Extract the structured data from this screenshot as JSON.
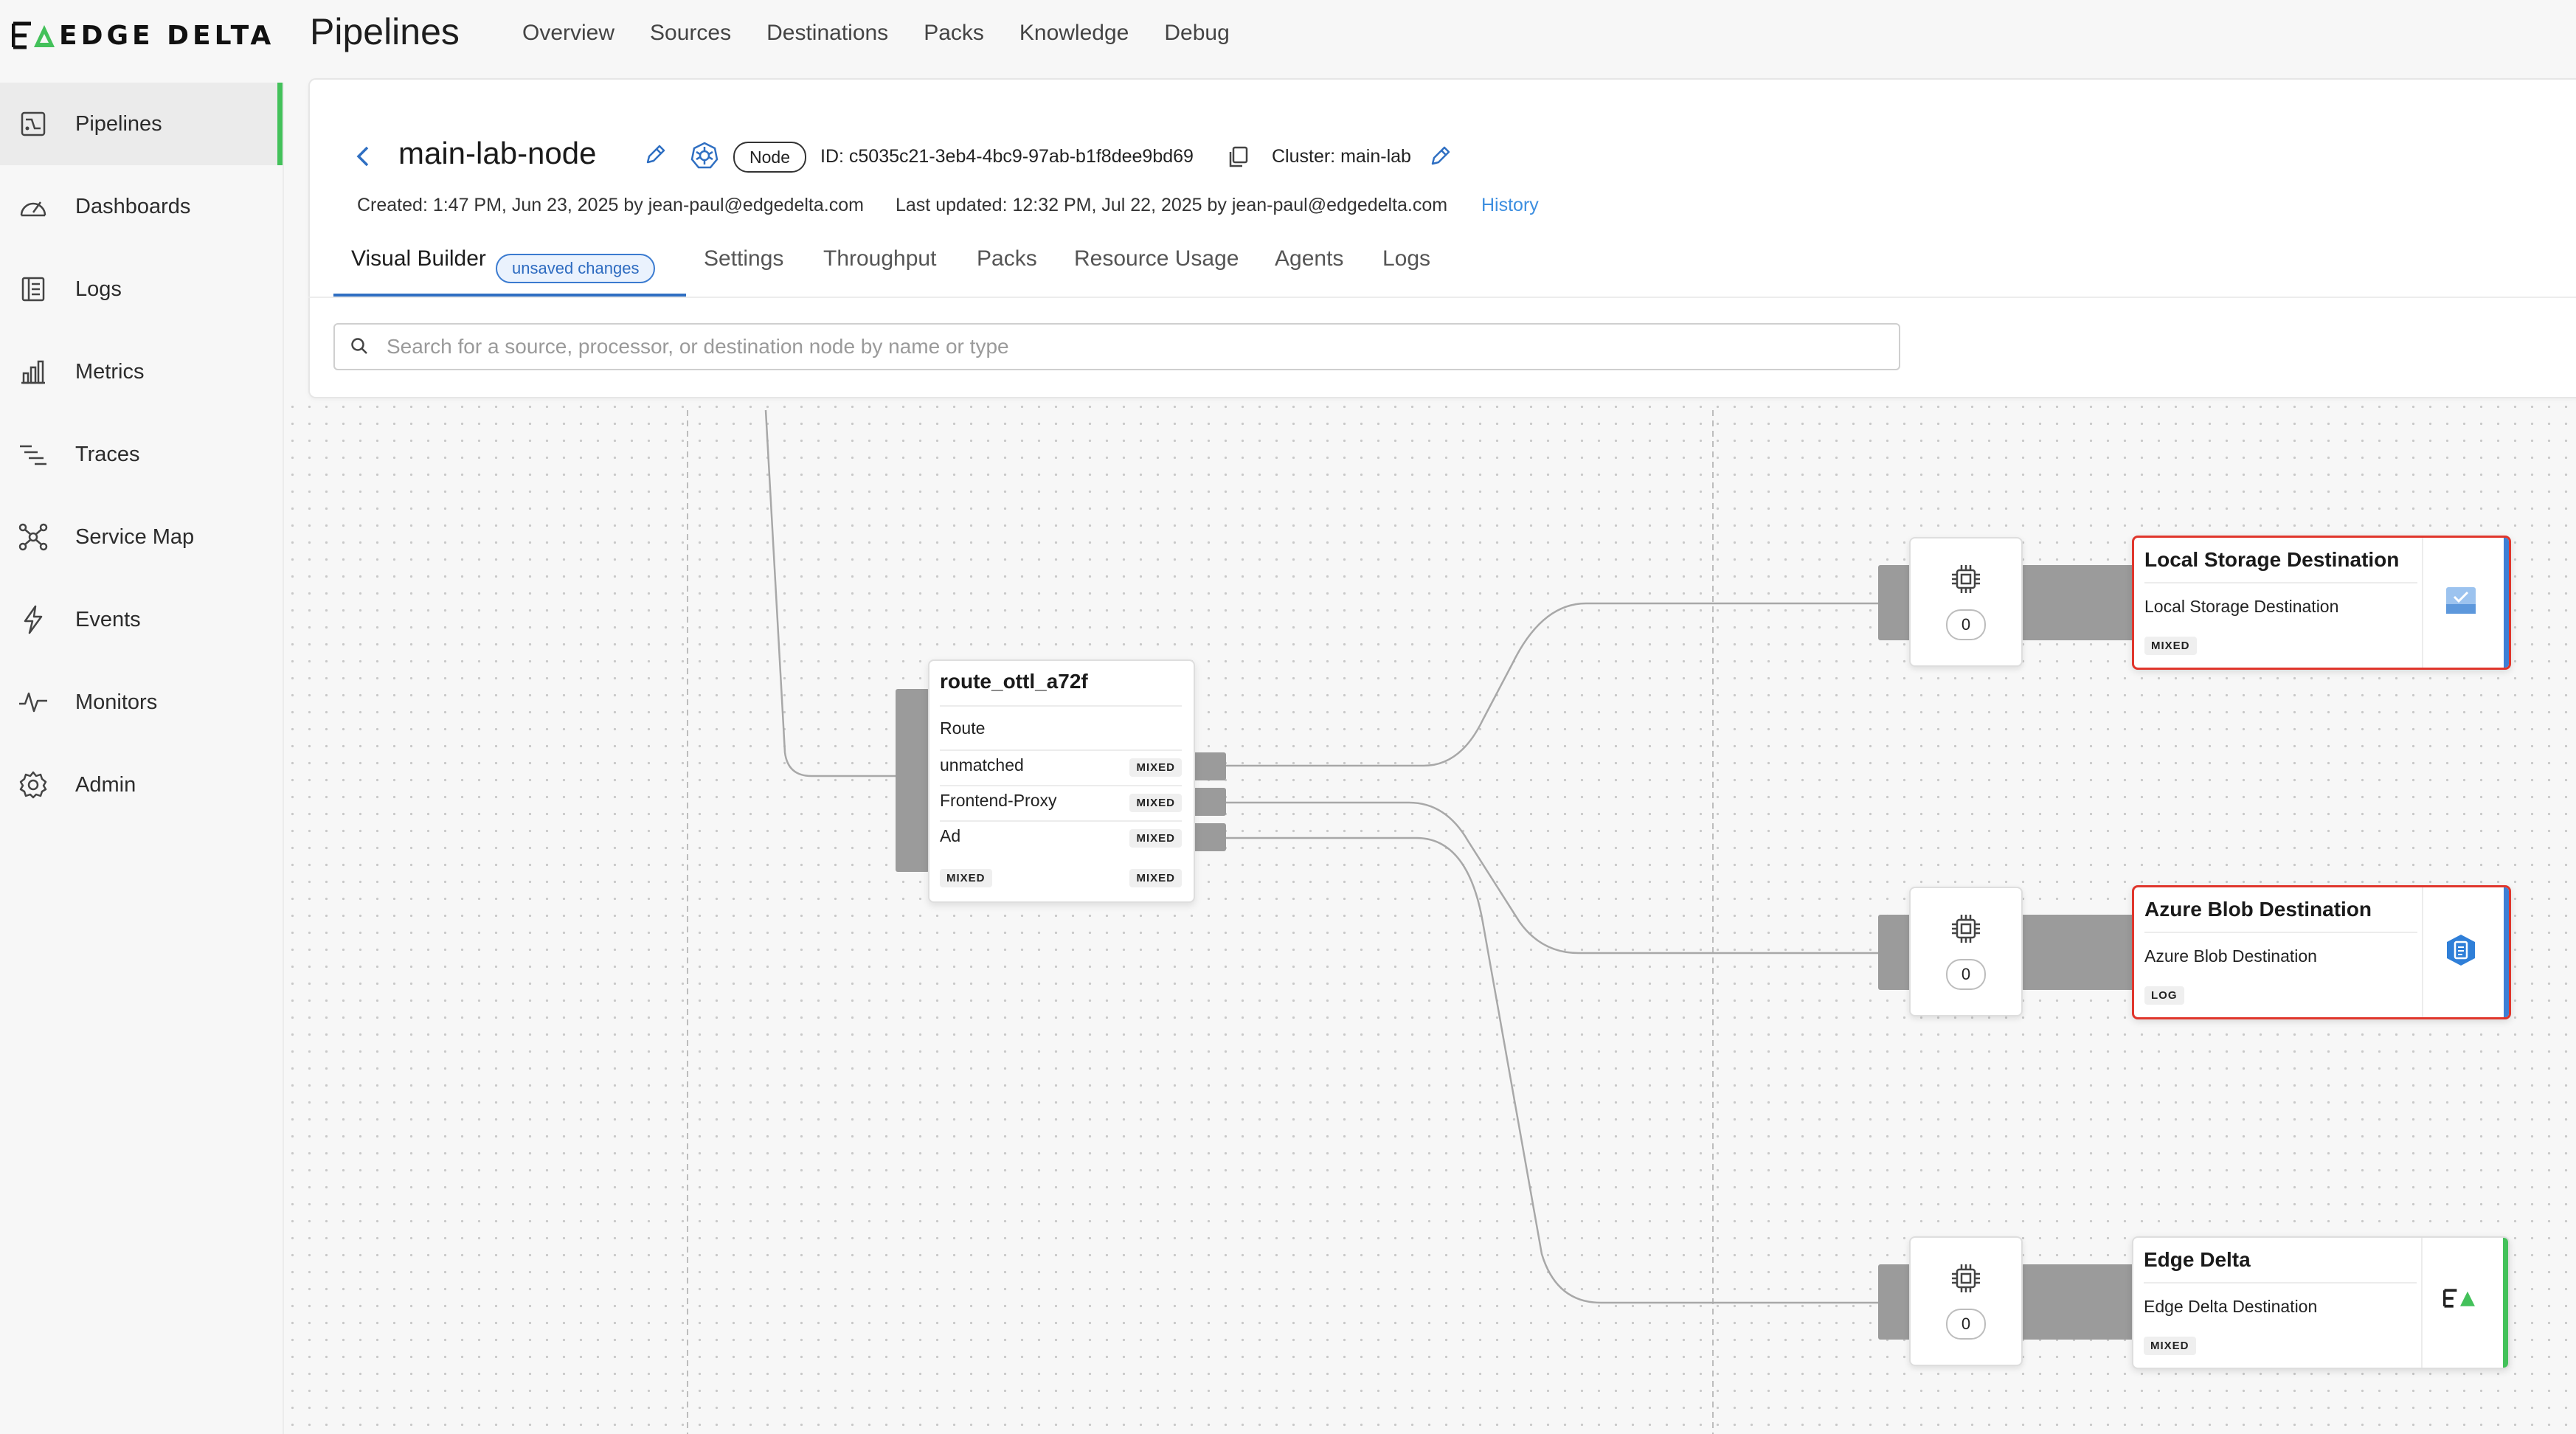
{
  "brand": {
    "name": "EDGE DELTA"
  },
  "header": {
    "title": "Pipelines",
    "nav": [
      "Overview",
      "Sources",
      "Destinations",
      "Packs",
      "Knowledge",
      "Debug"
    ]
  },
  "sidebar": {
    "items": [
      {
        "label": "Pipelines",
        "icon": "pipelines-icon",
        "active": true
      },
      {
        "label": "Dashboards",
        "icon": "dashboards-icon"
      },
      {
        "label": "Logs",
        "icon": "logs-icon"
      },
      {
        "label": "Metrics",
        "icon": "metrics-icon"
      },
      {
        "label": "Traces",
        "icon": "traces-icon"
      },
      {
        "label": "Service Map",
        "icon": "service-map-icon"
      },
      {
        "label": "Events",
        "icon": "events-icon"
      },
      {
        "label": "Monitors",
        "icon": "monitors-icon"
      },
      {
        "label": "Admin",
        "icon": "admin-icon"
      }
    ],
    "accent_color": "#43c15a"
  },
  "pipeline": {
    "name": "main-lab-node",
    "badge": "Node",
    "id_text": "ID: c5035c21-3eb4-4bc9-97ab-b1f8dee9bd69",
    "cluster_text": "Cluster: main-lab",
    "created_text": "Created: 1:47 PM, Jun 23, 2025 by jean-paul@edgedelta.com",
    "updated_text": "Last updated: 12:32 PM, Jul 22, 2025 by jean-paul@edgedelta.com",
    "history_link": "History"
  },
  "tabs": {
    "items": [
      "Visual Builder",
      "Settings",
      "Throughput",
      "Packs",
      "Resource Usage",
      "Agents",
      "Logs"
    ],
    "active": "Visual Builder",
    "unsaved_badge": "unsaved changes"
  },
  "search": {
    "placeholder": "Search for a source, processor, or destination node by name or type",
    "value": ""
  },
  "route_node": {
    "title": "route_ottl_a72f",
    "subtitle": "Route",
    "outputs": [
      {
        "label": "unmatched",
        "type": "MIXED"
      },
      {
        "label": "Frontend-Proxy",
        "type": "MIXED"
      },
      {
        "label": "Ad",
        "type": "MIXED"
      }
    ],
    "footer_in": "MIXED",
    "footer_out": "MIXED"
  },
  "processors": [
    {
      "count": "0"
    },
    {
      "count": "0"
    },
    {
      "count": "0"
    }
  ],
  "destinations": [
    {
      "title": "Local Storage Destination",
      "subtitle": "Local Storage Destination",
      "type": "MIXED",
      "status": "error",
      "icon": "local-storage-icon"
    },
    {
      "title": "Azure Blob Destination",
      "subtitle": "Azure Blob Destination",
      "type": "LOG",
      "status": "error",
      "icon": "azure-blob-icon"
    },
    {
      "title": "Edge Delta",
      "subtitle": "Edge Delta Destination",
      "type": "MIXED",
      "status": "ok",
      "icon": "edge-delta-logo-icon"
    }
  ],
  "colors": {
    "error": "#e0362c",
    "status_bar_blue": "#3d7fd6",
    "status_bar_green": "#43c15a",
    "link": "#3c8ee0",
    "tab_underline": "#2f6fc2"
  }
}
